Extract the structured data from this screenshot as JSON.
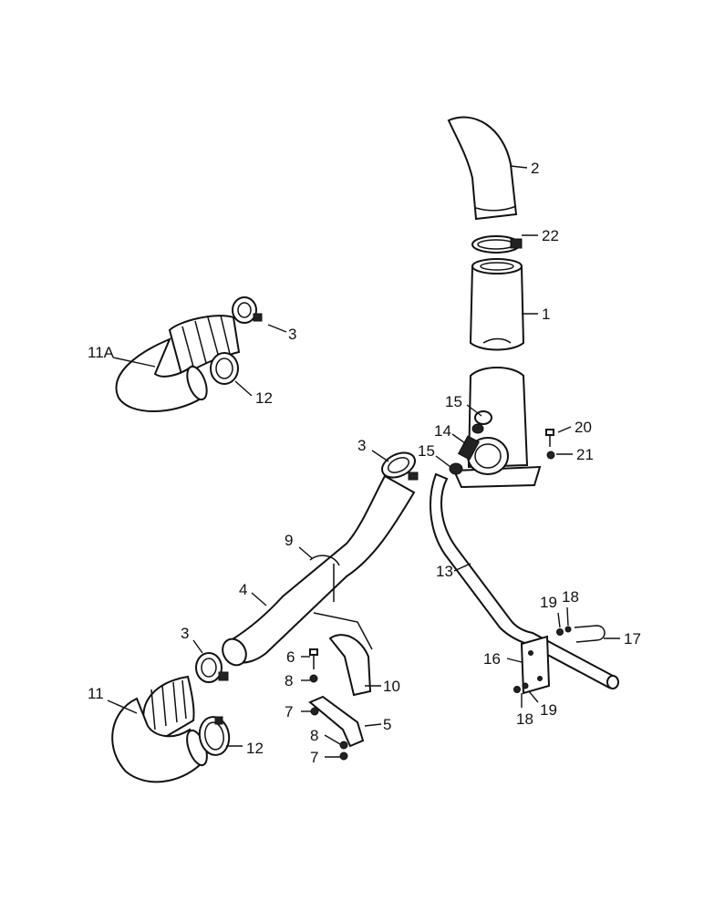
{
  "callouts": {
    "c1": "1",
    "c2": "2",
    "c3_top": "3",
    "c3_mid": "3",
    "c3_low": "3",
    "c4": "4",
    "c5": "5",
    "c6": "6",
    "c7_a": "7",
    "c7_b": "7",
    "c8_a": "8",
    "c8_b": "8",
    "c9": "9",
    "c10": "10",
    "c11": "11",
    "c11a": "11A",
    "c12_top": "12",
    "c12_low": "12",
    "c13": "13",
    "c14": "14",
    "c15_a": "15",
    "c15_b": "15",
    "c16": "16",
    "c17": "17",
    "c18_a": "18",
    "c18_b": "18",
    "c19_a": "19",
    "c19_b": "19",
    "c20": "20",
    "c21": "21",
    "c22": "22"
  }
}
